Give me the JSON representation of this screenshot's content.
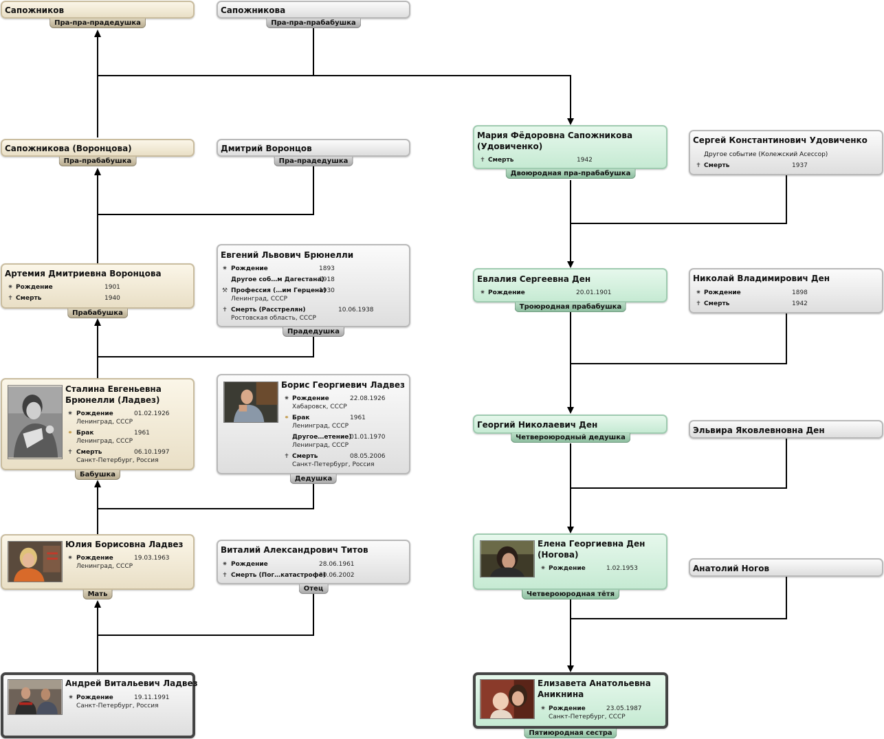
{
  "people": {
    "sapozhnikov": {
      "name": "Сапожников",
      "relation": "Пра-пра-прадедушка"
    },
    "sapozhnikova": {
      "name": "Сапожникова",
      "relation": "Пра-пра-прабабушка"
    },
    "sapozhnikova_vorontsova": {
      "name": "Сапожникова (Воронцова)",
      "relation": "Пра-прабабушка"
    },
    "dmitry_vorontsov": {
      "name": "Дмитрий Воронцов",
      "relation": "Пра-прадедушка"
    },
    "artemia": {
      "name": "Артемия Дмитриевна Воронцова",
      "relation": "Прабабушка",
      "events": [
        {
          "label": "Рождение",
          "date": "1901"
        },
        {
          "label": "Смерть",
          "date": "1940"
        }
      ]
    },
    "evgeny": {
      "name": "Евгений Львович Брюнелли",
      "relation": "Прадедушка",
      "events": [
        {
          "label": "Рождение",
          "date": "1893"
        },
        {
          "label": "Другое соб…м Дагестана)",
          "date": "1918"
        },
        {
          "label": "Профессия (…им Герцена)",
          "date": "1930",
          "place": "Ленинград, СССР"
        },
        {
          "label": "Смерть (Расстрелян)",
          "date": "10.06.1938",
          "place": "Ростовская область, СССР"
        }
      ]
    },
    "stalina": {
      "name": "Сталина Евгеньевна Брюнелли (Ладвез)",
      "relation": "Бабушка",
      "events": [
        {
          "label": "Рождение",
          "date": "01.02.1926",
          "place": "Ленинград, СССР"
        },
        {
          "label": "Брак",
          "date": "1961",
          "place": "Ленинград, СССР"
        },
        {
          "label": "Смерть",
          "date": "06.10.1997",
          "place": "Санкт-Петербург, Россия"
        }
      ]
    },
    "boris": {
      "name": "Борис Георгиевич Ладвез",
      "relation": "Дедушка",
      "events": [
        {
          "label": "Рождение",
          "date": "22.08.1926",
          "place": "Хабаровск, СССР"
        },
        {
          "label": "Брак",
          "date": "1961",
          "place": "Ленинград, СССР"
        },
        {
          "label": "Другое…етение)",
          "date": "01.01.1970",
          "place": "Ленинград, СССР"
        },
        {
          "label": "Смерть",
          "date": "08.05.2006",
          "place": "Санкт-Петербург, Россия"
        }
      ]
    },
    "yulia": {
      "name": "Юлия Борисовна Ладвез",
      "relation": "Мать",
      "events": [
        {
          "label": "Рождение",
          "date": "19.03.1963",
          "place": "Ленинград, СССР"
        }
      ]
    },
    "vitaly": {
      "name": "Виталий Александрович Титов",
      "relation": "Отец",
      "events": [
        {
          "label": "Рождение",
          "date": "28.06.1961"
        },
        {
          "label": "Смерть (Пог…катастрофе)",
          "date": "30.06.2002"
        }
      ]
    },
    "andrey": {
      "name": "Андрей Витальевич Ладвез",
      "events": [
        {
          "label": "Рождение",
          "date": "19.11.1991",
          "place": "Санкт-Петербург, Россия"
        }
      ]
    },
    "maria": {
      "name": "Мария Фёдоровна Сапожникова (Удовиченко)",
      "relation": "Двоюродная пра-прабабушка",
      "events": [
        {
          "label": "Смерть",
          "date": "1942"
        }
      ]
    },
    "sergey": {
      "name": "Сергей Константинович Удовиченко",
      "note": "Другое событие (Колежский Асессор)",
      "events": [
        {
          "label": "Смерть",
          "date": "1937"
        }
      ]
    },
    "evlalia": {
      "name": "Евлалия Сергеевна Ден",
      "relation": "Троюродная прабабушка",
      "events": [
        {
          "label": "Рождение",
          "date": "20.01.1901"
        }
      ]
    },
    "nikolay": {
      "name": "Николай Владимирович Ден",
      "events": [
        {
          "label": "Рождение",
          "date": "1898"
        },
        {
          "label": "Смерть",
          "date": "1942"
        }
      ]
    },
    "georgy": {
      "name": "Георгий Николаевич Ден",
      "relation": "Четвероюродный дедушка"
    },
    "elvira": {
      "name": "Эльвира Яковлевновна Ден"
    },
    "elena": {
      "name": "Елена Георгиевна Ден (Ногова)",
      "relation": "Четвероюродная тётя",
      "events": [
        {
          "label": "Рождение",
          "date": "1.02.1953"
        }
      ]
    },
    "anatoly": {
      "name": "Анатолий Ногов"
    },
    "elizaveta": {
      "name": "Елизавета Анатольевна Аникнина",
      "relation": "Пятиюродная сестра",
      "events": [
        {
          "label": "Рождение",
          "date": "23.05.1987",
          "place": "Санкт-Петербург, СССР"
        }
      ]
    }
  },
  "icons": {
    "birth": "birth-icon",
    "death": "death-cross-icon",
    "marriage": "marriage-rings-icon",
    "profession": "profession-icon"
  },
  "colors": {
    "direct_line": "#e9dfc6",
    "relative": "#c6ead3",
    "spouse": "#dedede",
    "connector": "#000000"
  }
}
